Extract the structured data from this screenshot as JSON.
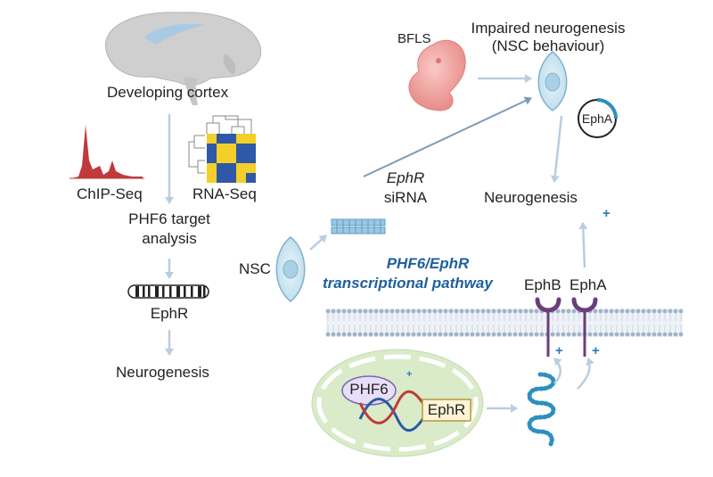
{
  "left_panel": {
    "cortex_label": "Developing cortex",
    "chip_seq_label": "ChIP-Seq",
    "rna_seq_label": "RNA-Seq",
    "analysis_label_1": "PHF6 target",
    "analysis_label_2": "analysis",
    "gene_label": "EphR",
    "outcome_label": "Neurogenesis"
  },
  "right_panel": {
    "bfls_label": "BFLS",
    "impaired_label_1": "Impaired neurogenesis",
    "impaired_label_2": "(NSC behaviour)",
    "epha_circle_label": "EphA",
    "neurogenesis_label": "Neurogenesis",
    "sirna_label_1": "EphR",
    "sirna_label_2": "siRNA",
    "nsc_label": "NSC",
    "pathway_label_1": "PHF6/EphR",
    "pathway_label_2": "transcriptional pathway",
    "ephb_label": "EphB",
    "epha_label": "EphA",
    "phf6_label": "PHF6",
    "ephr_box_label": "EphR",
    "plus_sign": "+"
  },
  "colors": {
    "arrow": "#b9cde0",
    "arrow_dark": "#7d9bb8",
    "receptor": "#6b3d7a",
    "membrane": "#9fb3c8",
    "nucleus": "#d9ebc9",
    "chip_peak": "#c0393b",
    "heatmap_a": "#f2cf2a",
    "heatmap_b": "#2f58a8",
    "cell_fill": "#cfe6f2",
    "cell_stroke": "#7fb3cf",
    "embryo": "#f1a6a3",
    "brain": "#c9c9c9",
    "brain_highlight": "#aac9e3",
    "rna_coil": "#2e8fc0",
    "plus": "#2a7ab8",
    "pathway_text": "#1f5f9e"
  }
}
